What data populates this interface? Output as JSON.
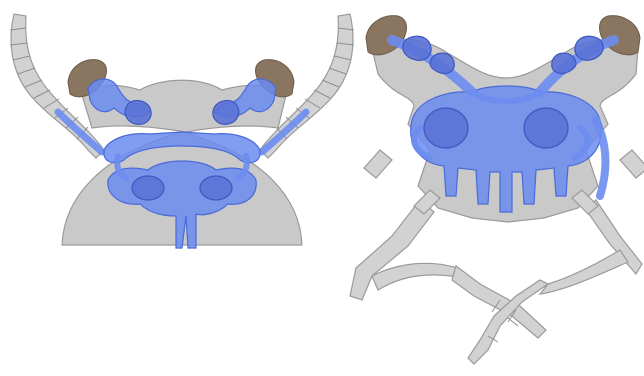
{
  "figure": {
    "panels": [
      {
        "id": "left",
        "description_name": "head-with-antennae"
      },
      {
        "id": "right",
        "description_name": "head-with-legs"
      }
    ],
    "colors": {
      "body": "#c9c9c9",
      "outline": "#9a9a9a",
      "nervous_system": "#6b8cf0",
      "ganglia": "#5a72d6",
      "eye": "#8a7560",
      "background": "#ffffff"
    }
  }
}
